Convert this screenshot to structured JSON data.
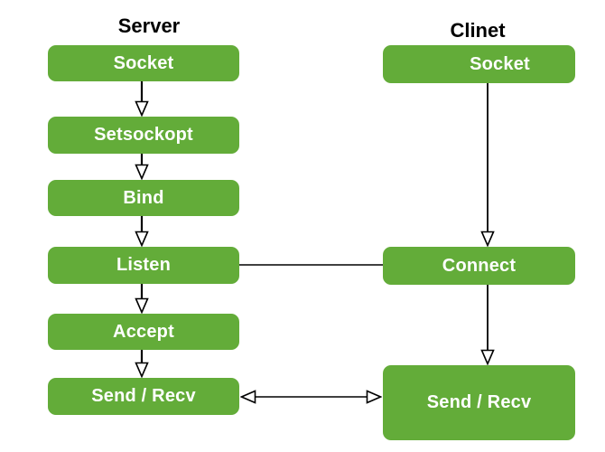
{
  "diagram": {
    "title_server": "Server",
    "title_client": "Clinet",
    "server": {
      "steps": [
        "Socket",
        "Setsockopt",
        "Bind",
        "Listen",
        "Accept",
        "Send / Recv"
      ]
    },
    "client": {
      "steps": [
        "Socket",
        "Connect",
        "Send / Recv"
      ]
    },
    "connections": [
      {
        "from": "server.socket",
        "to": "server.setsockopt",
        "type": "arrow"
      },
      {
        "from": "server.setsockopt",
        "to": "server.bind",
        "type": "arrow"
      },
      {
        "from": "server.bind",
        "to": "server.listen",
        "type": "arrow"
      },
      {
        "from": "server.listen",
        "to": "server.accept",
        "type": "arrow"
      },
      {
        "from": "server.accept",
        "to": "server.send_recv",
        "type": "arrow"
      },
      {
        "from": "client.socket",
        "to": "client.connect",
        "type": "arrow"
      },
      {
        "from": "client.connect",
        "to": "client.send_recv",
        "type": "arrow"
      },
      {
        "from": "server.listen",
        "to": "client.connect",
        "type": "line"
      },
      {
        "from": "server.send_recv",
        "to": "client.send_recv",
        "type": "double-arrow"
      }
    ]
  },
  "colors": {
    "box_fill": "#63ac39",
    "box_text": "#ffffff",
    "title_text": "#000000",
    "arrow": "#000000",
    "background": "#ffffff"
  }
}
